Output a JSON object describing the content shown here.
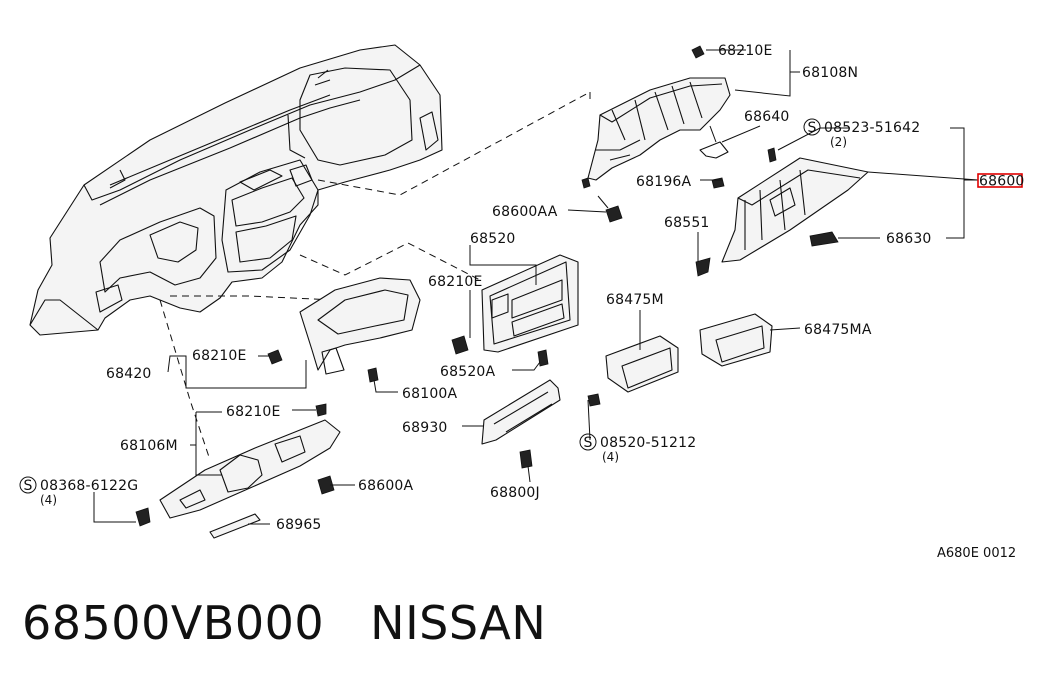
{
  "labels": {
    "l68210E_top": "68210E",
    "l68108N": "68108N",
    "l68640": "68640",
    "s1_num": "08523-51642",
    "s1_qty": "(2)",
    "l68196A": "68196A",
    "l68600AA": "68600AA",
    "l68551": "68551",
    "l68630": "68630",
    "l68600_hl": "68600",
    "l68520": "68520",
    "l68210E_mid": "68210E",
    "l68520A": "68520A",
    "l68475M": "68475M",
    "l68475MA": "68475MA",
    "l68210E_left": "68210E",
    "l68420": "68420",
    "l68100A": "68100A",
    "l68210E_low": "68210E",
    "l68106M": "68106M",
    "l68930": "68930",
    "s2_num": "08520-51212",
    "s2_qty": "(4)",
    "s3_num": "08368-6122G",
    "s3_qty": "(4)",
    "l68600A": "68600A",
    "l68800J": "68800J",
    "l68965": "68965",
    "ref_code": "A680E 0012"
  },
  "symbols": {
    "screw": "S"
  },
  "footer": {
    "part_number": "68500VB000",
    "brand": "NISSAN"
  },
  "colors": {
    "highlight": "#e00000",
    "ink": "#111111"
  }
}
